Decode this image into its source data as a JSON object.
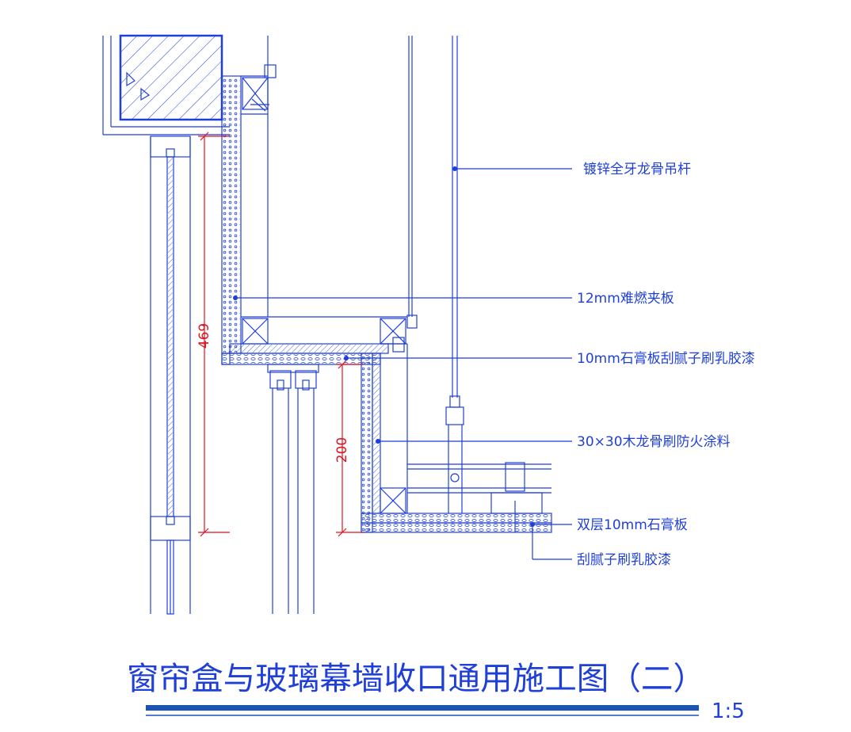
{
  "labels": {
    "hanger_rod": "镀锌全牙龙骨吊杆",
    "fire_board": "12mm难燃夹板",
    "gypsum_finish": "10mm石膏板刮腻子刷乳胶漆",
    "wood_joist": "30×30木龙骨刷防火涂料",
    "double_gypsum": "双层10mm石膏板",
    "putty_paint": "刮腻子刷乳胶漆"
  },
  "dimensions": {
    "box_height": "469",
    "ceiling_drop": "200"
  },
  "title": "窗帘盒与玻璃幕墙收口通用施工图（二）",
  "scale": "1:5",
  "colors": {
    "line": "#1f3fd9",
    "dimension": "#e0141e",
    "title_bar": "#1c54b4"
  }
}
